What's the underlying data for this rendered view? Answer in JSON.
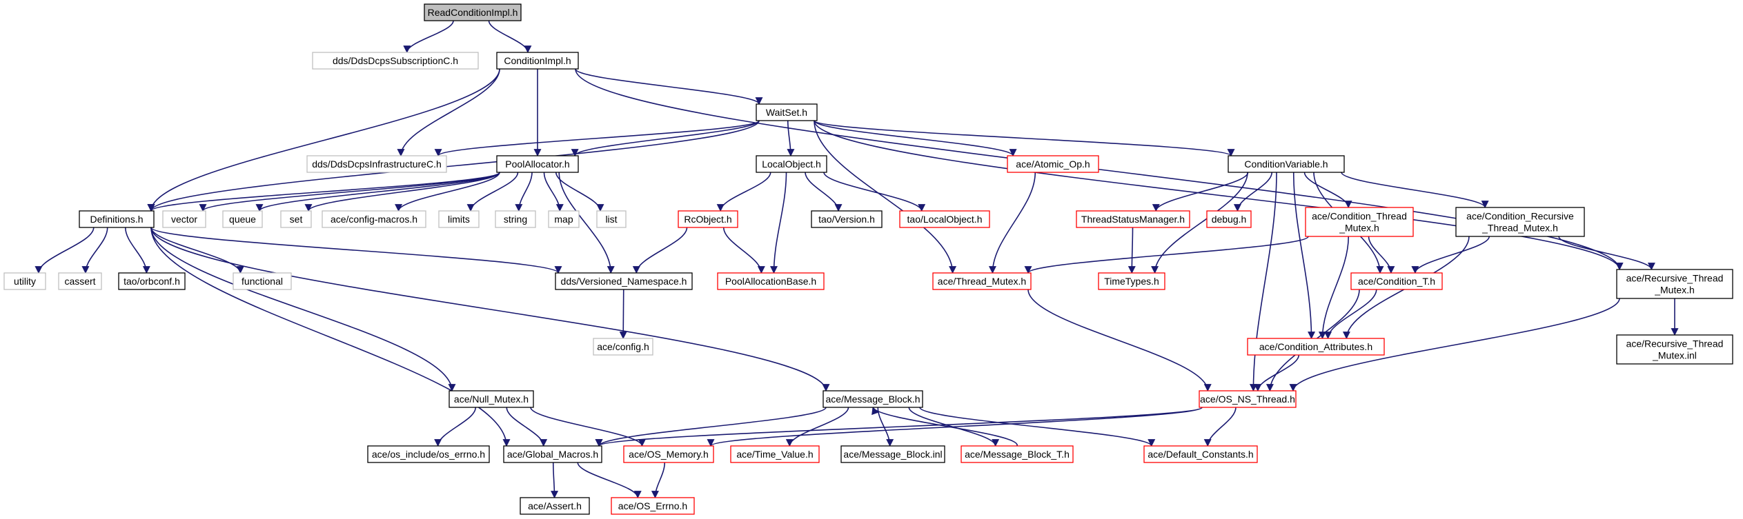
{
  "diagram": {
    "edge_color": "#191970",
    "styles": {
      "root": {
        "fill": "#bfbfbf",
        "stroke": "#000000",
        "text": "#000000"
      },
      "normal": {
        "fill": "#ffffff",
        "stroke": "#000000",
        "text": "#000000"
      },
      "linked": {
        "fill": "#ffffff",
        "stroke": "#ff0000",
        "text": "#000000"
      },
      "external": {
        "fill": "#ffffff",
        "stroke": "#bfbfbf",
        "text": "#000000"
      }
    },
    "nodes": [
      {
        "id": "readcond",
        "label": "ReadConditionImpl.h",
        "style": "root"
      },
      {
        "id": "ddssub",
        "label": "dds/DdsDcpsSubscriptionC.h",
        "style": "external"
      },
      {
        "id": "condimpl",
        "label": "ConditionImpl.h",
        "style": "normal"
      },
      {
        "id": "waitset",
        "label": "WaitSet.h",
        "style": "normal"
      },
      {
        "id": "ddsinfra",
        "label": "dds/DdsDcpsInfrastructureC.h",
        "style": "external"
      },
      {
        "id": "poolalloc",
        "label": "PoolAllocator.h",
        "style": "normal"
      },
      {
        "id": "localobj",
        "label": "LocalObject.h",
        "style": "normal"
      },
      {
        "id": "atomicop",
        "label": "ace/Atomic_Op.h",
        "style": "linked"
      },
      {
        "id": "condvar",
        "label": "ConditionVariable.h",
        "style": "normal"
      },
      {
        "id": "definitions",
        "label": "Definitions.h",
        "style": "normal"
      },
      {
        "id": "vector",
        "label": "vector",
        "style": "external"
      },
      {
        "id": "queue",
        "label": "queue",
        "style": "external"
      },
      {
        "id": "set",
        "label": "set",
        "style": "external"
      },
      {
        "id": "configmacros",
        "label": "ace/config-macros.h",
        "style": "external"
      },
      {
        "id": "limits",
        "label": "limits",
        "style": "external"
      },
      {
        "id": "string",
        "label": "string",
        "style": "external"
      },
      {
        "id": "map",
        "label": "map",
        "style": "external"
      },
      {
        "id": "list",
        "label": "list",
        "style": "external"
      },
      {
        "id": "rcobject",
        "label": "RcObject.h",
        "style": "linked"
      },
      {
        "id": "taoversion",
        "label": "tao/Version.h",
        "style": "normal"
      },
      {
        "id": "taolocalobj",
        "label": "tao/LocalObject.h",
        "style": "linked"
      },
      {
        "id": "threadstatus",
        "label": "ThreadStatusManager.h",
        "style": "linked"
      },
      {
        "id": "debug",
        "label": "debug.h",
        "style": "linked"
      },
      {
        "id": "condthreadmutex",
        "label": [
          "ace/Condition_Thread",
          "_Mutex.h"
        ],
        "style": "linked"
      },
      {
        "id": "condrecursive",
        "label": [
          "ace/Condition_Recursive",
          "_Thread_Mutex.h"
        ],
        "style": "normal"
      },
      {
        "id": "utility",
        "label": "utility",
        "style": "external"
      },
      {
        "id": "cassert",
        "label": "cassert",
        "style": "external"
      },
      {
        "id": "orbconf",
        "label": "tao/orbconf.h",
        "style": "normal"
      },
      {
        "id": "functional",
        "label": "functional",
        "style": "external"
      },
      {
        "id": "versioned",
        "label": "dds/Versioned_Namespace.h",
        "style": "normal"
      },
      {
        "id": "poolallocbase",
        "label": "PoolAllocationBase.h",
        "style": "linked"
      },
      {
        "id": "threadmutex",
        "label": "ace/Thread_Mutex.h",
        "style": "linked"
      },
      {
        "id": "timetypes",
        "label": "TimeTypes.h",
        "style": "linked"
      },
      {
        "id": "condT",
        "label": "ace/Condition_T.h",
        "style": "linked"
      },
      {
        "id": "recursivemutex",
        "label": [
          "ace/Recursive_Thread",
          "_Mutex.h"
        ],
        "style": "normal"
      },
      {
        "id": "aceconfig",
        "label": "ace/config.h",
        "style": "external"
      },
      {
        "id": "condattr",
        "label": "ace/Condition_Attributes.h",
        "style": "linked"
      },
      {
        "id": "recursiveinl",
        "label": [
          "ace/Recursive_Thread",
          "_Mutex.inl"
        ],
        "style": "normal"
      },
      {
        "id": "nullmutex",
        "label": "ace/Null_Mutex.h",
        "style": "normal"
      },
      {
        "id": "msgblock",
        "label": "ace/Message_Block.h",
        "style": "normal"
      },
      {
        "id": "osnsthread",
        "label": "ace/OS_NS_Thread.h",
        "style": "linked"
      },
      {
        "id": "oserrno",
        "label": "ace/os_include/os_errno.h",
        "style": "normal"
      },
      {
        "id": "globalmacros",
        "label": "ace/Global_Macros.h",
        "style": "normal"
      },
      {
        "id": "osmemory",
        "label": "ace/OS_Memory.h",
        "style": "linked"
      },
      {
        "id": "timevalue",
        "label": "ace/Time_Value.h",
        "style": "linked"
      },
      {
        "id": "msgblockinl",
        "label": "ace/Message_Block.inl",
        "style": "normal"
      },
      {
        "id": "msgblockT",
        "label": "ace/Message_Block_T.h",
        "style": "linked"
      },
      {
        "id": "defconst",
        "label": "ace/Default_Constants.h",
        "style": "linked"
      },
      {
        "id": "aceassert",
        "label": "ace/Assert.h",
        "style": "normal"
      },
      {
        "id": "oserrnoh",
        "label": "ace/OS_Errno.h",
        "style": "linked"
      }
    ],
    "edges": [
      [
        "readcond",
        "ddssub"
      ],
      [
        "readcond",
        "condimpl"
      ],
      [
        "condimpl",
        "ddsinfra"
      ],
      [
        "condimpl",
        "waitset"
      ],
      [
        "condimpl",
        "poolalloc"
      ],
      [
        "condimpl",
        "definitions"
      ],
      [
        "condimpl",
        "recursivemutex"
      ],
      [
        "waitset",
        "ddsinfra"
      ],
      [
        "waitset",
        "poolalloc"
      ],
      [
        "waitset",
        "localobj"
      ],
      [
        "waitset",
        "atomicop"
      ],
      [
        "waitset",
        "condvar"
      ],
      [
        "waitset",
        "threadmutex"
      ],
      [
        "waitset",
        "recursivemutex"
      ],
      [
        "waitset",
        "definitions"
      ],
      [
        "poolalloc",
        "definitions"
      ],
      [
        "poolalloc",
        "vector"
      ],
      [
        "poolalloc",
        "queue"
      ],
      [
        "poolalloc",
        "set"
      ],
      [
        "poolalloc",
        "configmacros"
      ],
      [
        "poolalloc",
        "limits"
      ],
      [
        "poolalloc",
        "string"
      ],
      [
        "poolalloc",
        "map"
      ],
      [
        "poolalloc",
        "list"
      ],
      [
        "poolalloc",
        "versioned"
      ],
      [
        "localobj",
        "rcobject"
      ],
      [
        "localobj",
        "taoversion"
      ],
      [
        "localobj",
        "taolocalobj"
      ],
      [
        "localobj",
        "poolallocbase"
      ],
      [
        "rcobject",
        "versioned"
      ],
      [
        "rcobject",
        "poolallocbase"
      ],
      [
        "atomicop",
        "threadmutex"
      ],
      [
        "condvar",
        "threadstatus"
      ],
      [
        "condvar",
        "debug"
      ],
      [
        "condvar",
        "condthreadmutex"
      ],
      [
        "condvar",
        "condrecursive"
      ],
      [
        "condvar",
        "timetypes"
      ],
      [
        "condvar",
        "condT"
      ],
      [
        "condvar",
        "condattr"
      ],
      [
        "condvar",
        "osnsthread"
      ],
      [
        "threadstatus",
        "timetypes"
      ],
      [
        "condthreadmutex",
        "threadmutex"
      ],
      [
        "condthreadmutex",
        "condT"
      ],
      [
        "condthreadmutex",
        "condattr"
      ],
      [
        "condrecursive",
        "condT"
      ],
      [
        "condrecursive",
        "condattr"
      ],
      [
        "condrecursive",
        "recursivemutex"
      ],
      [
        "recursivemutex",
        "recursiveinl"
      ],
      [
        "recursivemutex",
        "osnsthread"
      ],
      [
        "condT",
        "condattr"
      ],
      [
        "condT",
        "osnsthread"
      ],
      [
        "condattr",
        "osnsthread"
      ],
      [
        "threadmutex",
        "osnsthread"
      ],
      [
        "definitions",
        "utility"
      ],
      [
        "definitions",
        "cassert"
      ],
      [
        "definitions",
        "orbconf"
      ],
      [
        "definitions",
        "functional"
      ],
      [
        "definitions",
        "versioned"
      ],
      [
        "definitions",
        "nullmutex"
      ],
      [
        "definitions",
        "msgblock"
      ],
      [
        "definitions",
        "globalmacros"
      ],
      [
        "versioned",
        "aceconfig"
      ],
      [
        "nullmutex",
        "oserrno"
      ],
      [
        "nullmutex",
        "globalmacros"
      ],
      [
        "nullmutex",
        "osmemory"
      ],
      [
        "msgblock",
        "globalmacros"
      ],
      [
        "msgblock",
        "timevalue"
      ],
      [
        "msgblock",
        "msgblockinl"
      ],
      [
        "msgblock",
        "msgblockT"
      ],
      [
        "msgblock",
        "defconst"
      ],
      [
        "msgblockT",
        "msgblock"
      ],
      [
        "osnsthread",
        "globalmacros"
      ],
      [
        "osnsthread",
        "osmemory"
      ],
      [
        "osnsthread",
        "defconst"
      ],
      [
        "globalmacros",
        "aceassert"
      ],
      [
        "globalmacros",
        "oserrnoh"
      ],
      [
        "osmemory",
        "oserrnoh"
      ]
    ]
  }
}
